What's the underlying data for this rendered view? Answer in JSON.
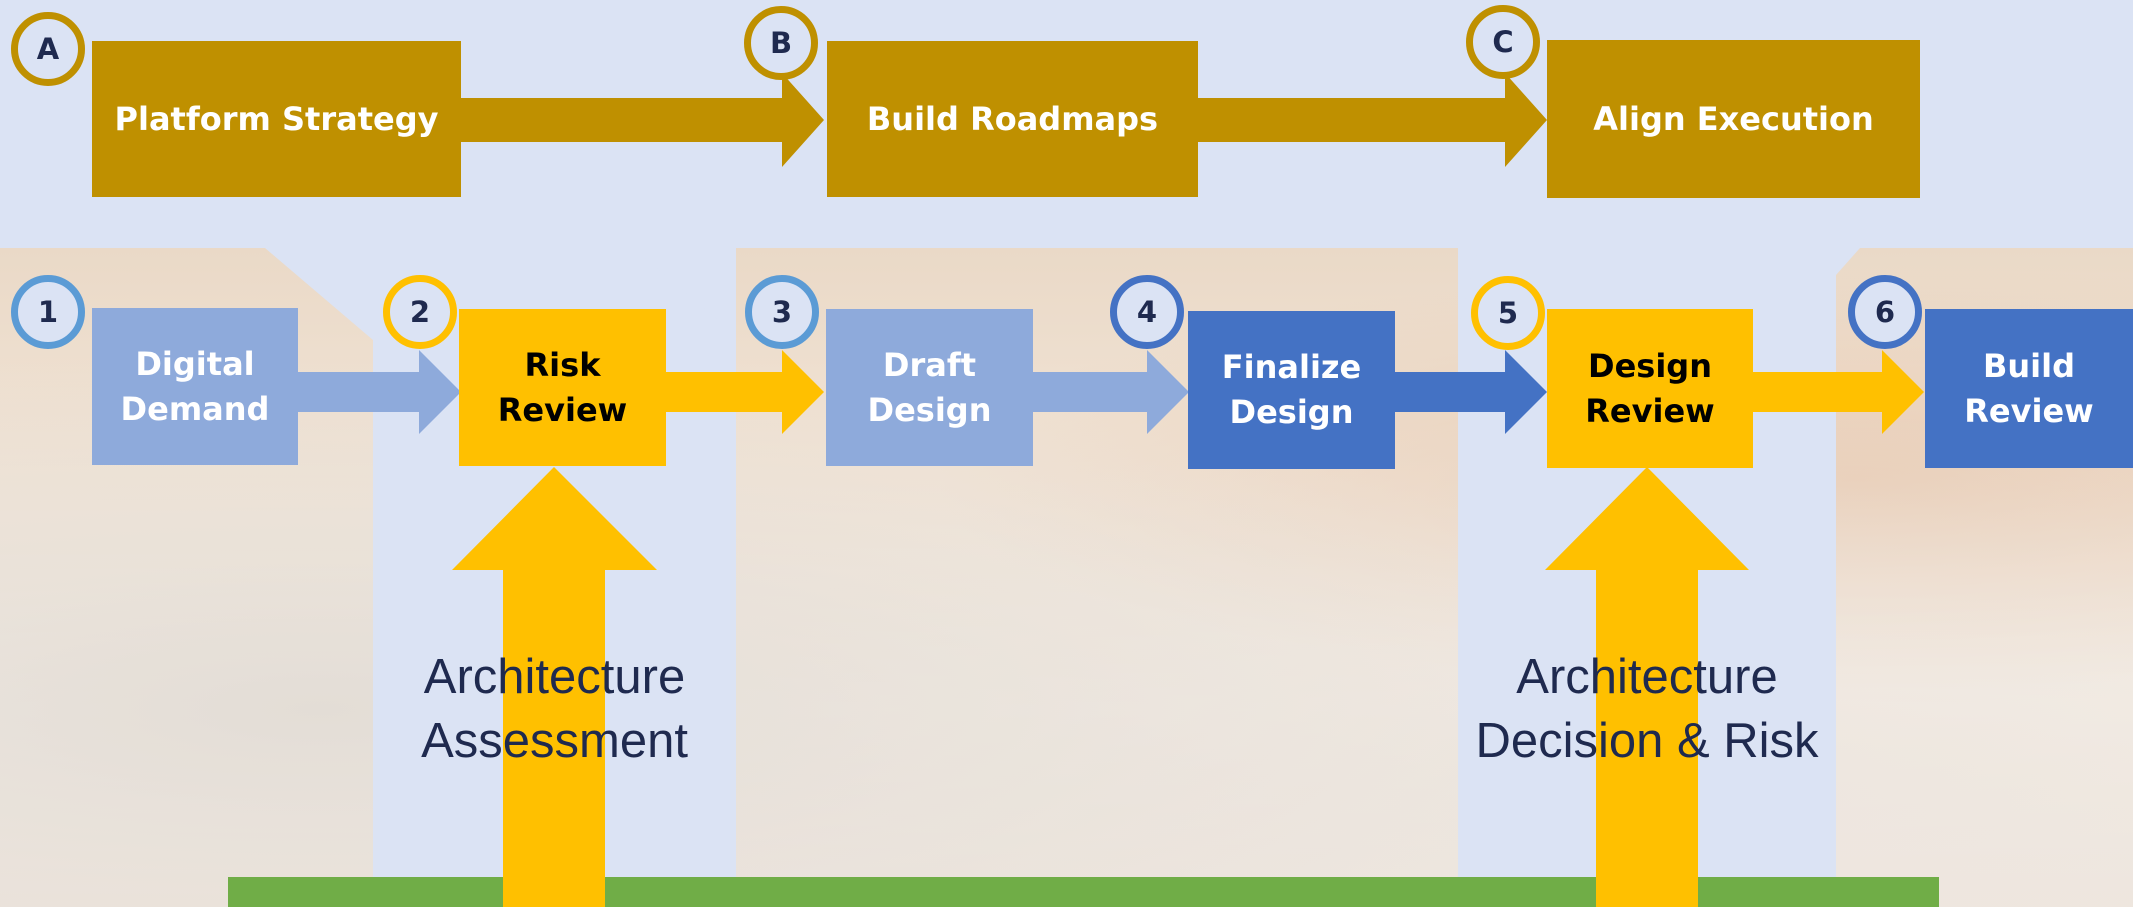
{
  "colors": {
    "gold": "#bf9000",
    "light_blue": "#8eaadb",
    "dark_blue": "#4472c4",
    "yellow": "#ffc000",
    "green": "#70ad47",
    "background": "#dbe3f4"
  },
  "phases": [
    {
      "marker": "A",
      "label": "Platform Strategy"
    },
    {
      "marker": "B",
      "label": "Build Roadmaps"
    },
    {
      "marker": "C",
      "label": "Align Execution"
    }
  ],
  "steps": [
    {
      "marker": "1",
      "label": "Digital\nDemand"
    },
    {
      "marker": "2",
      "label": "Risk\nReview"
    },
    {
      "marker": "3",
      "label": "Draft\nDesign"
    },
    {
      "marker": "4",
      "label": "Finalize\nDesign"
    },
    {
      "marker": "5",
      "label": "Design\nReview"
    },
    {
      "marker": "6",
      "label": "Build\nReview"
    }
  ],
  "inputs": [
    {
      "label": "Architecture\nAssessment"
    },
    {
      "label": "Architecture\nDecision & Risk"
    }
  ]
}
